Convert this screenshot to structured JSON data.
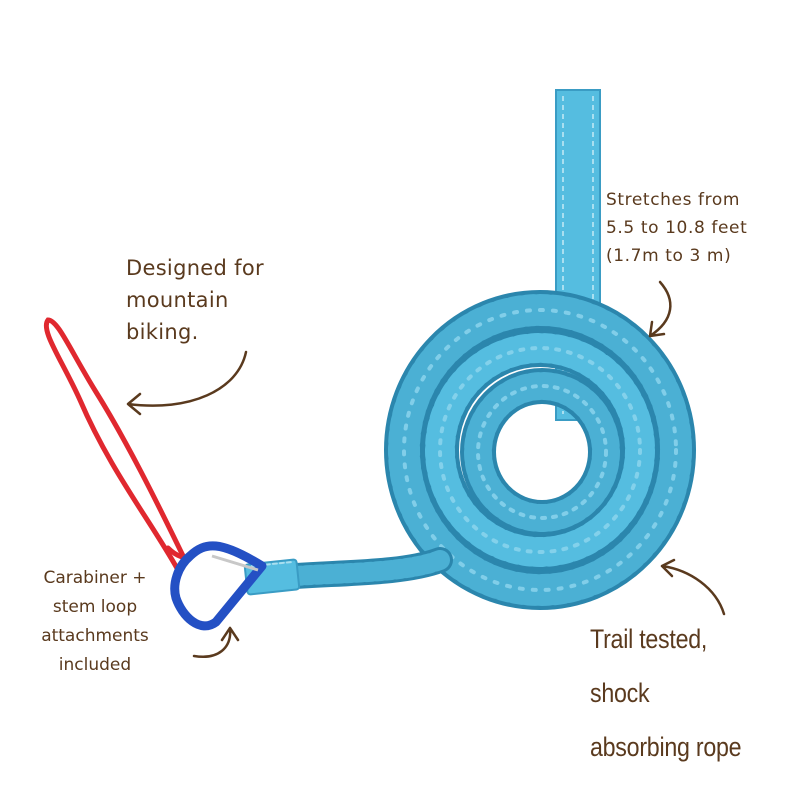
{
  "colors": {
    "rope": "#4bb0d4",
    "rope_shadow": "#2b86ad",
    "rope_highlight": "#8fd6ee",
    "strap": "#55bde0",
    "stitch": "#a9dff0",
    "red_loop": "#e0282f",
    "carabiner": "#2450c4",
    "gate_wire": "#c8c8c8",
    "callout_text": "#5a3a1e"
  },
  "callouts": {
    "design": {
      "lines": [
        "Designed for",
        "mountain",
        "biking."
      ],
      "arrow_icon": "curved-arrow-left-icon"
    },
    "stretch": {
      "lines": [
        "Stretches from",
        "5.5 to 10.8 feet",
        "(1.7m to 3 m)"
      ],
      "arrow_icon": "curved-arrow-down-icon"
    },
    "carabiner": {
      "lines": [
        "Carabiner +",
        "stem loop",
        "attachments",
        "included"
      ],
      "arrow_icon": "curved-arrow-up-icon"
    },
    "trail": {
      "lines": [
        "Trail tested, shock",
        "absorbing rope"
      ],
      "arrow_icon": "curved-arrow-up-left-icon"
    }
  },
  "product": {
    "parts": [
      "strap-handle",
      "coiled-bungee-rope",
      "red-stem-loop",
      "blue-carabiner"
    ]
  }
}
